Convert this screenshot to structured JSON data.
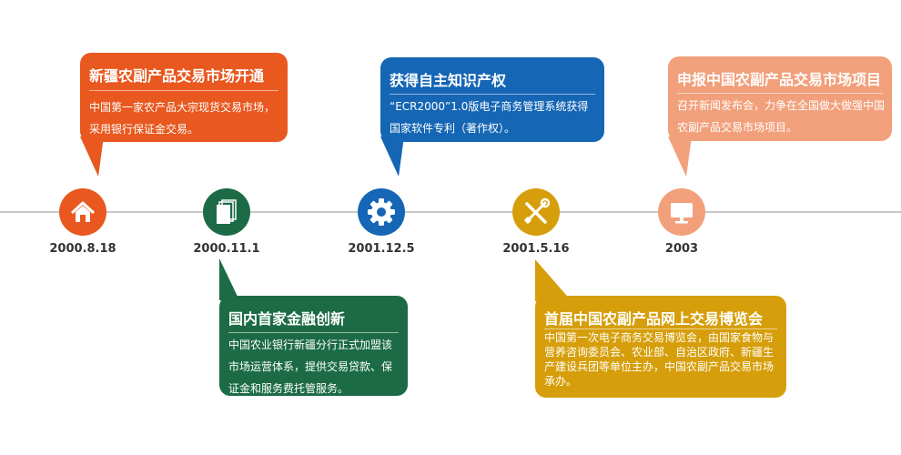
{
  "timeline": {
    "events": [
      {
        "date": "2000.8.18",
        "title": "新疆农副产品交易市场开通",
        "description": "中国第一家农产品大宗现货交易市场，采用银行保证金交易。",
        "color": "#e8581f",
        "icon": "house-icon"
      },
      {
        "date": "2000.11.1",
        "title": "国内首家金融创新",
        "description": "中国农业银行新疆分行正式加盟该市场运营体系，提供交易贷款、保证金和服务费托管服务。",
        "color": "#1c6b46",
        "icon": "documents-icon"
      },
      {
        "date": "2001.12.5",
        "title": "获得自主知识产权",
        "description": "“ECR2000”1.0版电子商务管理系统获得国家软件专利（著作权）。",
        "color": "#1566b5",
        "icon": "gear-icon"
      },
      {
        "date": "2001.5.16",
        "title": "首届中国农副产品网上交易博览会",
        "description": "中国第一次电子商务交易博览会，由国家食物与营养咨询委员会、农业部、自治区政府、新疆生产建设兵团等单位主办，中国农副产品交易市场承办。",
        "color": "#d69e0a",
        "icon": "tools-icon"
      },
      {
        "date": "2003",
        "title": "申报中国农副产品交易市场项目",
        "description": "召开新闻发布会，力争在全国做大做强中国农副产品交易市场项目。",
        "color": "#f2a07b",
        "icon": "monitor-icon"
      }
    ]
  }
}
